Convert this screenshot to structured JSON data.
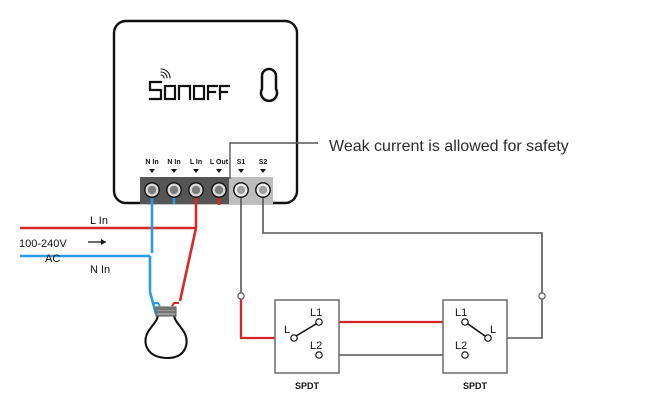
{
  "device": {
    "brand": "SONOFF",
    "terminals": [
      {
        "label": "N In"
      },
      {
        "label": "N In"
      },
      {
        "label": "L In"
      },
      {
        "label": "L Out"
      },
      {
        "label": "S1"
      },
      {
        "label": "S2"
      }
    ]
  },
  "annotation": {
    "text": "Weak current is allowed for safety"
  },
  "power": {
    "l_in": "L In",
    "voltage": "100-240V",
    "ac": "AC",
    "n_in": "N In"
  },
  "switches": [
    {
      "title": "SPDT",
      "common": "L",
      "l1": "L1",
      "l2": "L2"
    },
    {
      "title": "SPDT",
      "common": "L",
      "l1": "L1",
      "l2": "L2"
    }
  ],
  "colors": {
    "live": "#d62828",
    "neutral": "#2d9be4",
    "signal": "#555555",
    "outline": "#111111",
    "terminal_block": "#555555",
    "terminal_block_light": "#bdbdbd"
  }
}
